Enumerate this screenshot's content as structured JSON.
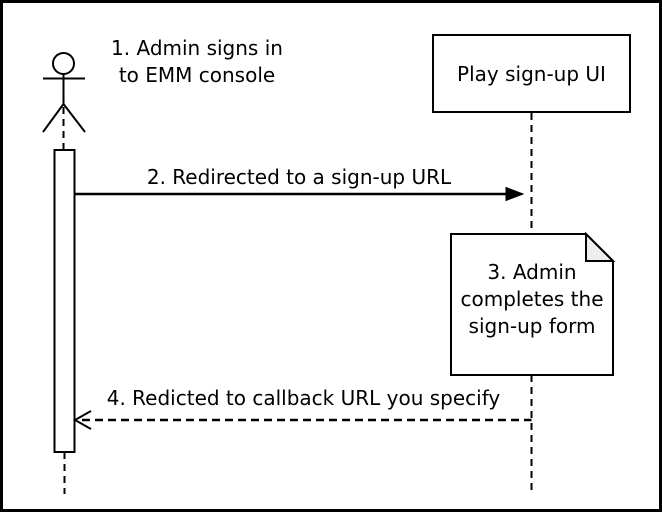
{
  "colors": {
    "stroke": "#000000",
    "background": "#ffffff",
    "note_fill": "#ffffff",
    "note_fold_fill": "#eeeeee"
  },
  "actor": {
    "label": "1. Admin signs in\nto EMM console"
  },
  "participant": {
    "label": "Play sign-up UI"
  },
  "messages": [
    {
      "label": "2. Redirected to a sign-up URL",
      "line_style": "solid",
      "arrowhead": "filled-right"
    },
    {
      "label": "4. Redicted to callback URL you specify",
      "line_style": "dashed",
      "arrowhead": "open-left"
    }
  ],
  "note": {
    "label": "3. Admin\ncompletes the\nsign-up form"
  }
}
